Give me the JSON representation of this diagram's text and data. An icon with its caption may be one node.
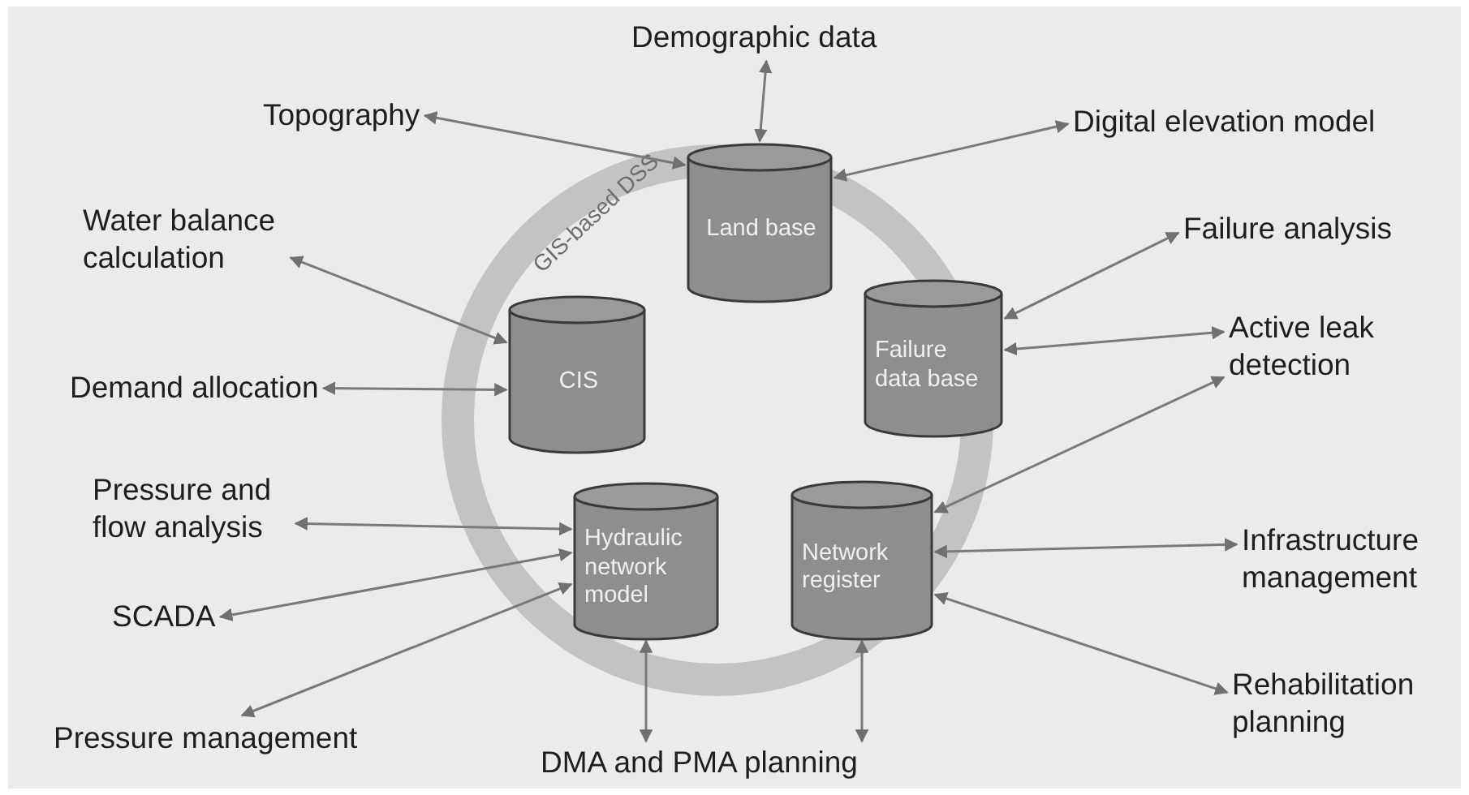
{
  "diagram": {
    "nodes": [
      {
        "text": [
          "GIS-based DSS"
        ]
      },
      {
        "text": [
          "Land base"
        ],
        "in": 0
      },
      {
        "text": [
          "CIS"
        ],
        "in": 0
      },
      {
        "text": [
          "Failure data base"
        ],
        "in": 0
      },
      {
        "text": [
          "Hydraulic network model"
        ],
        "in": 0
      },
      {
        "text": [
          "Network register"
        ],
        "in": 0
      },
      {
        "text": [
          "Demographic data"
        ]
      },
      {
        "text": [
          "Topography"
        ]
      },
      {
        "text": [
          "Digital elevation model"
        ]
      },
      {
        "text": [
          "Water balance calculation"
        ]
      },
      {
        "text": [
          "Failure analysis"
        ]
      },
      {
        "text": [
          "Demand allocation"
        ]
      },
      {
        "text": [
          "Active leak detection"
        ]
      },
      {
        "text": [
          "Pressure and flow analysis"
        ]
      },
      {
        "text": [
          "Infrastructure management"
        ]
      },
      {
        "text": [
          "SCADA"
        ]
      },
      {
        "text": [
          "Rehabilitation planning"
        ]
      },
      {
        "text": [
          "Pressure management"
        ]
      },
      {
        "text": [
          "DMA and PMA planning"
        ]
      }
    ],
    "edges": [
      {
        "from": 1,
        "to": 6,
        "arrow": "both"
      },
      {
        "from": 1,
        "to": 7,
        "arrow": "both"
      },
      {
        "from": 1,
        "to": 8,
        "arrow": "both"
      },
      {
        "from": 2,
        "to": 9,
        "arrow": "both"
      },
      {
        "from": 2,
        "to": 11,
        "arrow": "both"
      },
      {
        "from": 3,
        "to": 10,
        "arrow": "both"
      },
      {
        "from": 3,
        "to": 12,
        "arrow": "both"
      },
      {
        "from": 4,
        "to": 13,
        "arrow": "both"
      },
      {
        "from": 4,
        "to": 15,
        "arrow": "both"
      },
      {
        "from": 4,
        "to": 17,
        "arrow": "both"
      },
      {
        "from": 4,
        "to": 18,
        "arrow": "both"
      },
      {
        "from": 5,
        "to": 18,
        "arrow": "both"
      },
      {
        "from": 5,
        "to": 12,
        "arrow": "both"
      },
      {
        "from": 5,
        "to": 14,
        "arrow": "both"
      },
      {
        "from": 5,
        "to": 16,
        "arrow": "both"
      }
    ]
  }
}
